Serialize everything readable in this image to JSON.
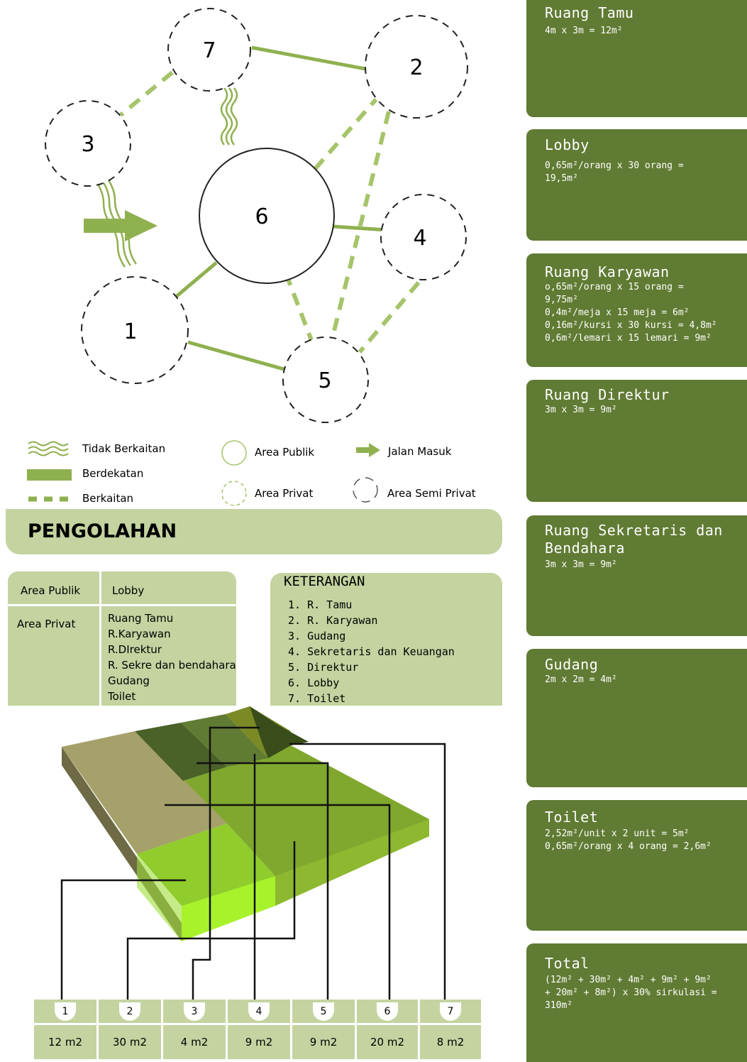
{
  "diagram": {
    "nodes": [
      {
        "id": "7",
        "label": "7",
        "type": "semi-privat"
      },
      {
        "id": "2",
        "label": "2",
        "type": "semi-privat"
      },
      {
        "id": "3",
        "label": "3",
        "type": "semi-privat"
      },
      {
        "id": "6",
        "label": "6",
        "type": "publik"
      },
      {
        "id": "4",
        "label": "4",
        "type": "semi-privat"
      },
      {
        "id": "1",
        "label": "1",
        "type": "semi-privat"
      },
      {
        "id": "5",
        "label": "5",
        "type": "semi-privat"
      }
    ],
    "relations": [
      {
        "from": "7",
        "to": "2",
        "type": "berdekatan"
      },
      {
        "from": "7",
        "to": "3",
        "type": "berkaitan"
      },
      {
        "from": "7",
        "to": "6",
        "type": "tidak-berkaitan"
      },
      {
        "from": "3",
        "to": "1",
        "type": "tidak-berkaitan"
      },
      {
        "from": "6",
        "to": "2",
        "type": "berkaitan"
      },
      {
        "from": "6",
        "to": "4",
        "type": "berdekatan"
      },
      {
        "from": "6",
        "to": "1",
        "type": "berdekatan"
      },
      {
        "from": "6",
        "to": "5",
        "type": "berkaitan"
      },
      {
        "from": "2",
        "to": "5",
        "type": "berkaitan"
      },
      {
        "from": "4",
        "to": "5",
        "type": "berkaitan"
      },
      {
        "from": "1",
        "to": "5",
        "type": "berdekatan"
      }
    ],
    "colors": {
      "green": "#8fb04f",
      "dark_green": "#607b33",
      "light_green": "#c4d3a0"
    }
  },
  "legend": {
    "tidak_berkaitan": "Tidak Berkaitan",
    "berdekatan": "Berdekatan",
    "berkaitan": "Berkaitan",
    "area_publik": "Area Publik",
    "area_privat": "Area Privat",
    "jalan_masuk": "Jalan Masuk",
    "area_semi_privat": "Area Semi Privat"
  },
  "pengolahan": {
    "title": "PENGOLAHAN",
    "zones": [
      {
        "zone": "Area Publik",
        "rooms": "Lobby"
      },
      {
        "zone": "Area Privat",
        "rooms": "Ruang Tamu\nR.Karyawan\nR.DIrektur\nR. Sekre dan bendahara\nGudang\nToilet"
      }
    ]
  },
  "keterangan": {
    "title": "KETERANGAN",
    "items": [
      "1. R. Tamu",
      "2. R. Karyawan",
      "3. Gudang",
      "4. Sekretaris dan Keuangan",
      "5. Direktur",
      "6. Lobby",
      "7. Toilet"
    ]
  },
  "area_table": [
    {
      "num": "1",
      "area": "12 m2"
    },
    {
      "num": "2",
      "area": "30 m2"
    },
    {
      "num": "3",
      "area": "4 m2"
    },
    {
      "num": "4",
      "area": "9 m2"
    },
    {
      "num": "5",
      "area": "9 m2"
    },
    {
      "num": "6",
      "area": "20 m2"
    },
    {
      "num": "7",
      "area": "8 m2"
    }
  ],
  "cards": [
    {
      "title": "Ruang Tamu",
      "body": "4m x 3m = 12m²"
    },
    {
      "title": "Lobby",
      "body": "0,65m²/orang x 30 orang =\n19,5m²"
    },
    {
      "title": "Ruang Karyawan",
      "body": "o,65m²/orang x 15 orang =\n9,75m²\n0,4m²/meja x 15 meja = 6m²\n0,16m²/kursi x 30 kursi = 4,8m²\n0,6m²/lemari x 15 lemari = 9m²"
    },
    {
      "title": "Ruang Direktur",
      "body": "3m x 3m = 9m²"
    },
    {
      "title": "Ruang Sekretaris dan\nBendahara",
      "body": "3m x 3m = 9m²"
    },
    {
      "title": "Gudang",
      "body": "2m x 2m = 4m²"
    },
    {
      "title": "Toilet",
      "body": "2,52m²/unit x 2 unit = 5m²\n0,65m²/orang x 4 orang = 2,6m²"
    },
    {
      "title": "Total",
      "body": "(12m² + 30m² + 4m² + 9m² + 9m²\n+ 20m² + 8m²) x 30% sirkulasi =\n310m²"
    }
  ]
}
